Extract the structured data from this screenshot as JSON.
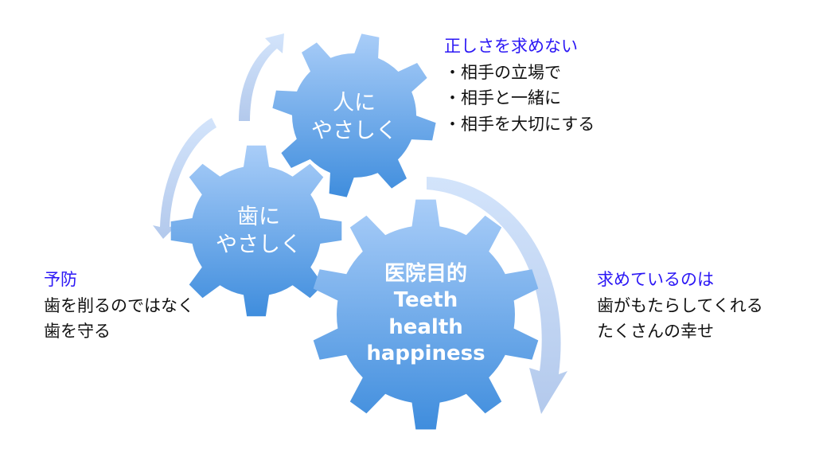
{
  "colors": {
    "gear_top": "#a9cdf8",
    "gear_bottom": "#3f8ddd",
    "arrow": "#c7daf5",
    "heading": "#2b17f5"
  },
  "gears": {
    "top": {
      "lines": [
        "人に",
        "やさしく"
      ]
    },
    "left": {
      "lines": [
        "歯に",
        "やさしく"
      ]
    },
    "center": {
      "lines": [
        "医院目的",
        "Teeth",
        "health",
        "happiness"
      ]
    }
  },
  "notes": {
    "top_right": {
      "heading": "正しさを求めない",
      "items": [
        "・相手の立場で",
        "・相手と一緒に",
        "・相手を大切にする"
      ]
    },
    "left": {
      "heading": "予防",
      "items": [
        "歯を削るのではなく",
        "歯を守る"
      ]
    },
    "right": {
      "heading": "求めているのは",
      "items": [
        "歯がもたらしてくれる",
        "たくさんの幸せ"
      ]
    }
  }
}
